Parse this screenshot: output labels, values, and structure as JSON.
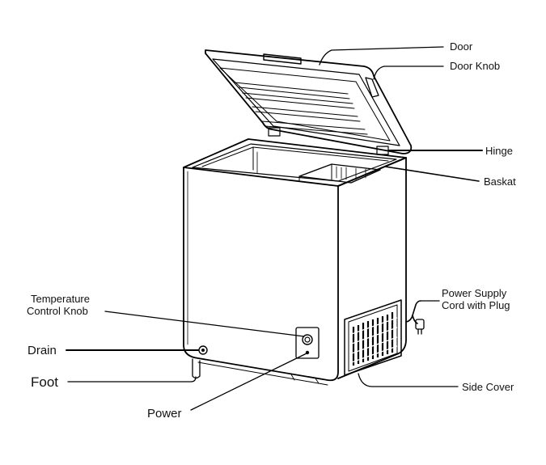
{
  "labels": {
    "door": "Door",
    "door_knob": "Door Knob",
    "hinge": "Hinge",
    "basket": "Baskat",
    "temperature_line1": "Temperature",
    "temperature_line2": "Control Knob",
    "power_cord_line1": "Power Supply",
    "power_cord_line2": "Cord with  Plug",
    "drain": "Drain",
    "foot": "Foot",
    "power": "Power",
    "side_cover": "Side Cover"
  }
}
